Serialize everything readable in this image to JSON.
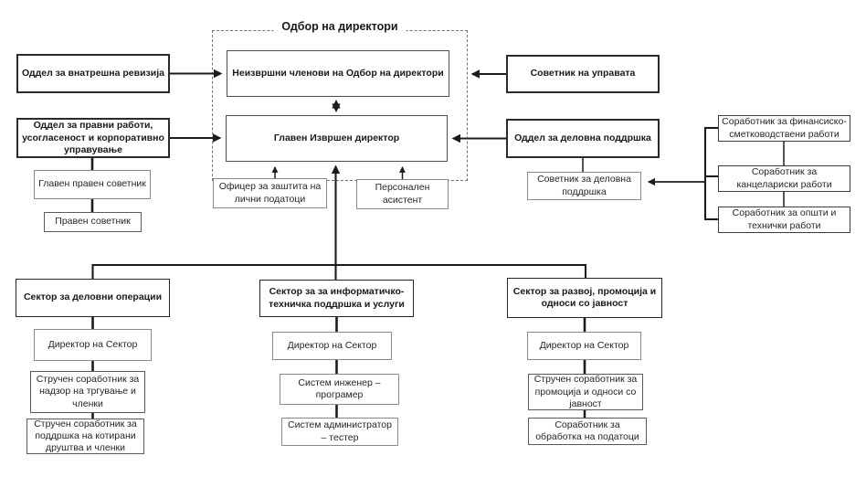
{
  "board": {
    "title": "Одбор на директори",
    "non_executive": "Неизвршни членови на Одбор на директори",
    "ceo": "Главен Извршен директор"
  },
  "left_branch": {
    "internal_audit_dept": "Оддел за внатрешна ревизија",
    "legal_dept": "Оддел за правни работи, усогласеност  и корпоративно управување",
    "chief_legal_advisor": "Главен правен советник",
    "legal_advisor": "Правен советник"
  },
  "staff": {
    "data_protection_officer": "Офицер за заштита на лични податоци",
    "personal_assistant": "Персонален асистент"
  },
  "right_branch": {
    "management_advisor": "Советник на управата",
    "business_support_dept": "Оддел за деловна поддршка",
    "business_support_advisor": "Советник за деловна поддршка",
    "associates": [
      "Соработник за финансиско-сметководствени работи",
      "Соработник за канцелариски работи",
      "Соработник за општи и технички работи"
    ]
  },
  "sectors": [
    {
      "title": "Сектор за деловни операции",
      "roles": [
        "Директор на Сектор",
        "Стручен соработник за надзор на тргување и членки",
        "Стручен соработник за поддршка на котирани друштва и  членки"
      ]
    },
    {
      "title": "Сектор за за информатичко-техничка поддршка и услуги",
      "roles": [
        "Директор на Сектор",
        "Систем инженер – програмер",
        "Систем администратор – тестер"
      ]
    },
    {
      "title": "Сектор за развој,  промоција и односи со јавност",
      "roles": [
        "Директор на Сектор",
        "Стручен соработник за промоција и односи со јавност",
        "Соработник за обработка на податоци"
      ]
    }
  ]
}
